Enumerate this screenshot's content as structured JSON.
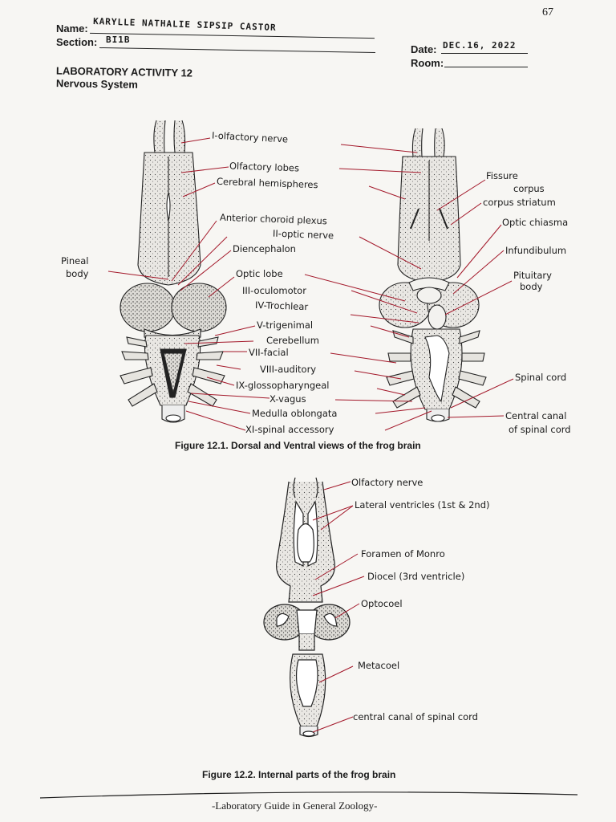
{
  "page_number": "67",
  "header": {
    "name_label": "Name:",
    "name_value": "KARYLLE NATHALIE SIPSIP CASTOR",
    "section_label": "Section:",
    "section_value": "BI1B",
    "date_label": "Date:",
    "date_value": "DEC.16, 2022",
    "room_label": "Room:",
    "room_value": ""
  },
  "activity": {
    "title": "LABORATORY ACTIVITY 12",
    "subtitle": "Nervous System"
  },
  "figure1": {
    "caption": "Figure 12.1. Dorsal and Ventral views of the frog brain",
    "left_labels": [
      "Pineal",
      "body"
    ],
    "labels": [
      "I-olfactory nerve",
      "Olfactory lobes",
      "Cerebral hemispheres",
      "Anterior choroid plexus",
      "II-optic nerve",
      "Diencephalon",
      "Optic lobe",
      "III-oculomotor",
      "IV-Trochlear",
      "V-trigenimal",
      "Cerebellum",
      "VII-facial",
      "VIII-auditory",
      "IX-glossopharyngeal",
      "X-vagus",
      "Medulla oblongata",
      "XI-spinal accessory"
    ],
    "right_labels": [
      "Fissure",
      "corpus",
      "corpus striatum",
      "Optic chiasma",
      "Infundibulum",
      "Pituitary",
      "body",
      "Spinal cord",
      "Central canal",
      "of spinal cord"
    ]
  },
  "figure2": {
    "caption": "Figure 12.2. Internal parts of the frog brain",
    "labels": [
      "Olfactory nerve",
      "Lateral ventricles (1st & 2nd)",
      "Foramen of Monro",
      "Diocel (3rd ventricle)",
      "Optocoel",
      "Metacoel",
      "central canal of spinal cord"
    ]
  },
  "footer": "-Laboratory Guide in General Zoology-",
  "colors": {
    "leader_line": "#a3182a",
    "ink": "#1a1a1a"
  }
}
